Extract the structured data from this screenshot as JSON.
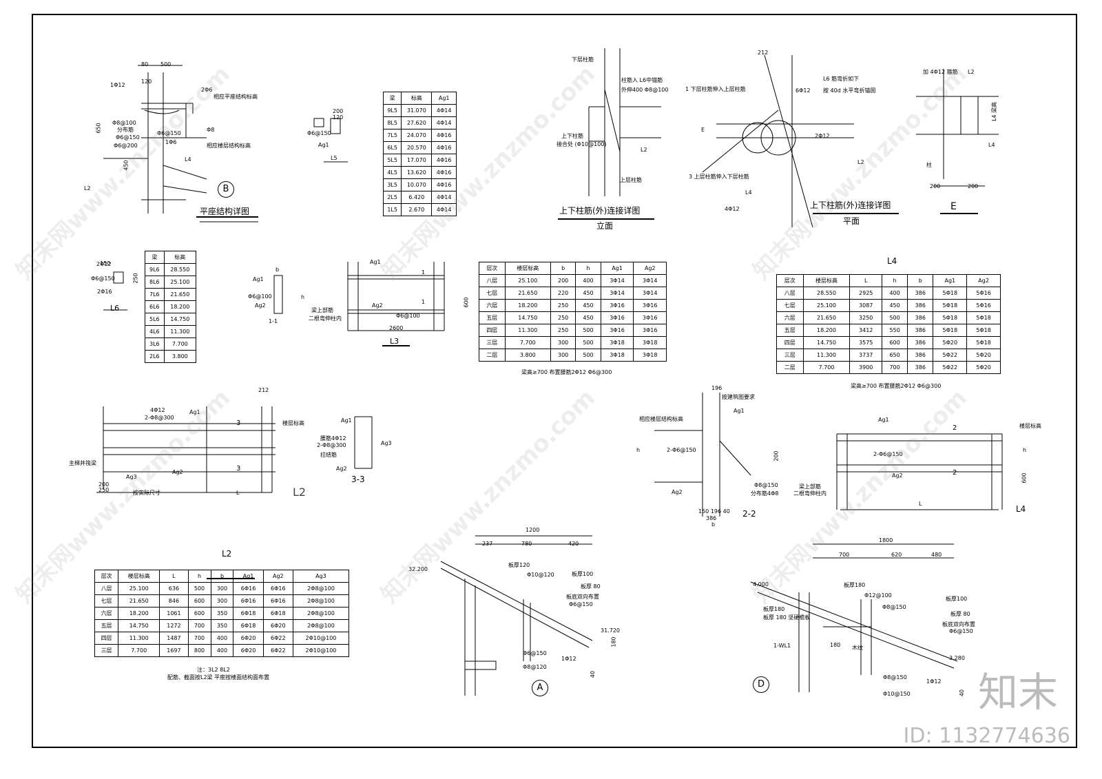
{
  "details": {
    "B": {
      "title": "平座结构详图",
      "mark": "B"
    },
    "elev": {
      "title": "上下柱筋(外)连接详图",
      "sub": "立面"
    },
    "plan": {
      "title": "上下柱筋(外)连接详图",
      "sub": "平面"
    },
    "E": {
      "mark": "E"
    },
    "L5": {
      "label": "L5"
    },
    "L6": {
      "label": "L6"
    },
    "L3": {
      "label": "L3",
      "sec": "1-1"
    },
    "L2": {
      "label": "L2",
      "sec": "3-3"
    },
    "L4": {
      "label": "L4",
      "sec": "2-2"
    },
    "A": {
      "mark": "A"
    },
    "D": {
      "mark": "D"
    }
  },
  "annotations": {
    "b_1012": "1Φ12",
    "b_206": "2Φ6",
    "b_8100": "Φ8@100",
    "b_fenbu": "分布筋",
    "b_6150": "Φ6@150",
    "b_6200": "Φ6@200",
    "b_5150": "Φ6@150",
    "b_8": "Φ8",
    "b_106": "1Φ6",
    "b_500": "500",
    "b_80": "80",
    "b_120": "120",
    "b_650": "650",
    "b_450": "450",
    "b_l4": "L4",
    "b_l2": "L2",
    "b_top": "相应平座结构标高",
    "b_bot": "相应楼层结构标高",
    "l5_ag1": "Ag1",
    "l5_6150": "Φ6@150",
    "l5_200": "200",
    "l5_120": "120",
    "e_xiacengzhujin": "下层柱筋",
    "e_zhujin": "柱筋入 L6中锚筋",
    "e_waishen": "外伸400 Φ8@100",
    "e_shangxiazhujin": "上下柱筋",
    "e_jiehe": "接合处 (Φ10@100)",
    "e_shangceng": "上层柱筋",
    "e_l2": "L2",
    "p_212": "212",
    "p_1": "1 下层柱筋伸入上层柱筋",
    "p_612": "6Φ12",
    "p_l6": "L6 筋弯折如下",
    "p_40d": "按 40d 水平弯折锚固",
    "p_2012": "2Φ12",
    "p_l2": "L2",
    "p_3": "3 上层柱筋伸入下层柱筋",
    "p_l4": "L4",
    "p_4012": "4Φ12",
    "p_E": "E",
    "e2_4012": "加 4Φ12 箍筋",
    "e2_l2": "L2",
    "e2_l4": "L4",
    "e2_zhu": "柱",
    "e2_200a": "200",
    "e2_200b": "200",
    "e2_l4h": "L4 梁高",
    "l6_2012": "2Φ12",
    "l6_6150": "Φ6@150",
    "l6_2016": "2Φ16",
    "l6_150": "150",
    "l6_250": "250",
    "l3_ag1": "Ag1",
    "l3_ag2": "Ag2",
    "l3_b": "b",
    "l3_h": "h",
    "l3_6100": "Φ6@100",
    "l3_6100b": "Φ6@100",
    "l3_ag1b": "Ag1",
    "l3_ag2b": "Ag2",
    "l3_11a": "1",
    "l3_11b": "1",
    "l3_600": "600",
    "l3_2600": "2600",
    "l3_note": "梁上部筋",
    "l3_note2": "二根弯伸柱内",
    "l2_4012": "4Φ12",
    "l2_2_8300": "2-Φ8@300",
    "l2_ag1": "Ag1",
    "l2_ag2": "Ag2",
    "l2_ag3": "Ag3",
    "l2_31a": "3",
    "l2_31b": "3",
    "l2_212": "212",
    "l2_lb": "楼层标高",
    "l2_zhuti": "主梯井筏梁",
    "l2_200": "200",
    "l2_250": "250",
    "l2_an": "按实际尺寸",
    "l2_L": "L",
    "s33_ag1": "Ag1",
    "s33_yao": "腰筋4Φ12",
    "s33_2_8300": "2-Φ8@300",
    "s33_lajin": "拉结筋",
    "s33_ag3": "Ag3",
    "s33_ag2": "Ag2",
    "s22_196": "196",
    "s22_note": "按建筑图要求",
    "s22_ag1": "Ag1",
    "s22_top": "相应楼层结构标高",
    "s22_h": "h",
    "s22_2_6150": "2-Φ6@150",
    "s22_ag2": "Ag2",
    "s22_8150": "Φ8@150",
    "s22_fenbu": "分布筋4Φ8",
    "s22_200": "200",
    "s22_dims": "150  196  40",
    "s22_386": "386",
    "s22_b": "b",
    "l4_ag1": "Ag1",
    "l4_2_6150": "2-Φ6@150",
    "l4_ag2": "Ag2",
    "l4_21a": "2",
    "l4_21b": "2",
    "l4_lb": "楼层标高",
    "l4_h": "h",
    "l4_600": "600",
    "l4_L": "L",
    "l4_note": "梁上部筋",
    "l4_note2": "二根弯伸柱内",
    "a_1200": "1200",
    "a_237": "237",
    "a_780": "780",
    "a_420": "420",
    "a_32200": "32.200",
    "a_bh120": "板厚120",
    "a_10120": "Φ10@120",
    "a_bh100": "板厚100",
    "a_bh80": "板厚 80",
    "a_dbb": "板底双向布置",
    "a_6150": "Φ6@150",
    "a_31720": "31.720",
    "a_180": "180",
    "a_6150b": "Φ6@150",
    "a_8120": "Φ8@120",
    "a_1012": "1Φ12",
    "a_40": "40",
    "d_1800": "1800",
    "d_700": "700",
    "d_620": "620",
    "d_480": "480",
    "d_4000": "4.000",
    "d_bh180a": "板厚180",
    "d_12100": "Φ12@100",
    "d_8150": "Φ8@150",
    "d_bh180": "板厚180",
    "d_bh180b": "板厚 180 坚硬檐板",
    "d_bh100": "板厚100",
    "d_bh80": "板厚 80",
    "d_dbb": "板底双向布置",
    "d_6150": "Φ6@150",
    "d_wl1": "1-WL1",
    "d_180": "180",
    "d_muxian": "木纹",
    "d_3280": "3.280",
    "d_8150b": "Φ8@150",
    "d_10150": "Φ10@150",
    "d_1012": "1Φ12",
    "d_40": "40"
  },
  "tables": {
    "L5": {
      "headers": [
        "梁",
        "标高",
        "Ag1"
      ],
      "rows": [
        [
          "9L5",
          "31.070",
          "4Φ14"
        ],
        [
          "8L5",
          "27.620",
          "4Φ14"
        ],
        [
          "7L5",
          "24.070",
          "4Φ16"
        ],
        [
          "6L5",
          "20.570",
          "4Φ16"
        ],
        [
          "5L5",
          "17.070",
          "4Φ16"
        ],
        [
          "4L5",
          "13.620",
          "4Φ16"
        ],
        [
          "3L5",
          "10.070",
          "4Φ16"
        ],
        [
          "2L5",
          "6.420",
          "4Φ14"
        ],
        [
          "1L5",
          "2.670",
          "4Φ14"
        ]
      ]
    },
    "L6": {
      "headers": [
        "梁",
        "标高"
      ],
      "rows": [
        [
          "9L6",
          "28.550"
        ],
        [
          "8L6",
          "25.100"
        ],
        [
          "7L6",
          "21.650"
        ],
        [
          "6L6",
          "18.200"
        ],
        [
          "5L6",
          "14.750"
        ],
        [
          "4L6",
          "11.300"
        ],
        [
          "3L6",
          "7.700"
        ],
        [
          "2L6",
          "3.800"
        ]
      ]
    },
    "L3": {
      "headers": [
        "层次",
        "楼层标高",
        "b",
        "h",
        "Ag1",
        "Ag2"
      ],
      "rows": [
        [
          "八层",
          "25.100",
          "200",
          "400",
          "3Φ14",
          "3Φ14"
        ],
        [
          "七层",
          "21.650",
          "220",
          "450",
          "3Φ14",
          "3Φ14"
        ],
        [
          "六层",
          "18.200",
          "250",
          "450",
          "3Φ16",
          "3Φ16"
        ],
        [
          "五层",
          "14.750",
          "250",
          "450",
          "3Φ16",
          "3Φ16"
        ],
        [
          "四层",
          "11.300",
          "250",
          "500",
          "3Φ16",
          "3Φ16"
        ],
        [
          "三层",
          "7.700",
          "300",
          "500",
          "3Φ18",
          "3Φ18"
        ],
        [
          "二层",
          "3.800",
          "300",
          "500",
          "3Φ18",
          "3Φ18"
        ]
      ],
      "note": "梁高≥700 布置腰筋2Φ12 Φ6@300"
    },
    "L4": {
      "title": "L4",
      "headers": [
        "层次",
        "楼层标高",
        "L",
        "h",
        "b",
        "Ag1",
        "Ag2"
      ],
      "rows": [
        [
          "八层",
          "28.550",
          "2925",
          "400",
          "386",
          "5Φ18",
          "5Φ16"
        ],
        [
          "七层",
          "25.100",
          "3087",
          "450",
          "386",
          "5Φ18",
          "5Φ16"
        ],
        [
          "六层",
          "21.650",
          "3250",
          "500",
          "386",
          "5Φ18",
          "5Φ18"
        ],
        [
          "五层",
          "18.200",
          "3412",
          "550",
          "386",
          "5Φ18",
          "5Φ18"
        ],
        [
          "四层",
          "14.750",
          "3575",
          "600",
          "386",
          "5Φ20",
          "5Φ18"
        ],
        [
          "三层",
          "11.300",
          "3737",
          "650",
          "386",
          "5Φ22",
          "5Φ20"
        ],
        [
          "二层",
          "7.700",
          "3900",
          "700",
          "386",
          "5Φ22",
          "5Φ20"
        ]
      ],
      "note": "梁高≥700 布置腰筋2Φ12 Φ6@300"
    },
    "L2": {
      "title": "L2",
      "headers": [
        "层次",
        "楼层标高",
        "L",
        "h",
        "b",
        "Ag1",
        "Ag2",
        "Ag3"
      ],
      "rows": [
        [
          "八层",
          "25.100",
          "636",
          "500",
          "300",
          "6Φ16",
          "6Φ16",
          "2Φ8@100"
        ],
        [
          "七层",
          "21.650",
          "846",
          "600",
          "300",
          "6Φ16",
          "6Φ16",
          "2Φ8@100"
        ],
        [
          "六层",
          "18.200",
          "1061",
          "600",
          "350",
          "6Φ18",
          "6Φ18",
          "2Φ8@100"
        ],
        [
          "五层",
          "14.750",
          "1272",
          "700",
          "350",
          "6Φ18",
          "6Φ20",
          "2Φ8@100"
        ],
        [
          "四层",
          "11.300",
          "1487",
          "700",
          "400",
          "6Φ20",
          "6Φ22",
          "2Φ10@100"
        ],
        [
          "三层",
          "7.700",
          "1697",
          "800",
          "400",
          "6Φ20",
          "6Φ22",
          "2Φ10@100"
        ]
      ],
      "note1": "注：3L2  8L2",
      "note2": "配筋、截面按L2梁  平座按楼面结构面布置"
    }
  },
  "watermark": {
    "text": "知末网www.znzmo.com",
    "logo": "知末",
    "id": "ID: 1132774636"
  }
}
